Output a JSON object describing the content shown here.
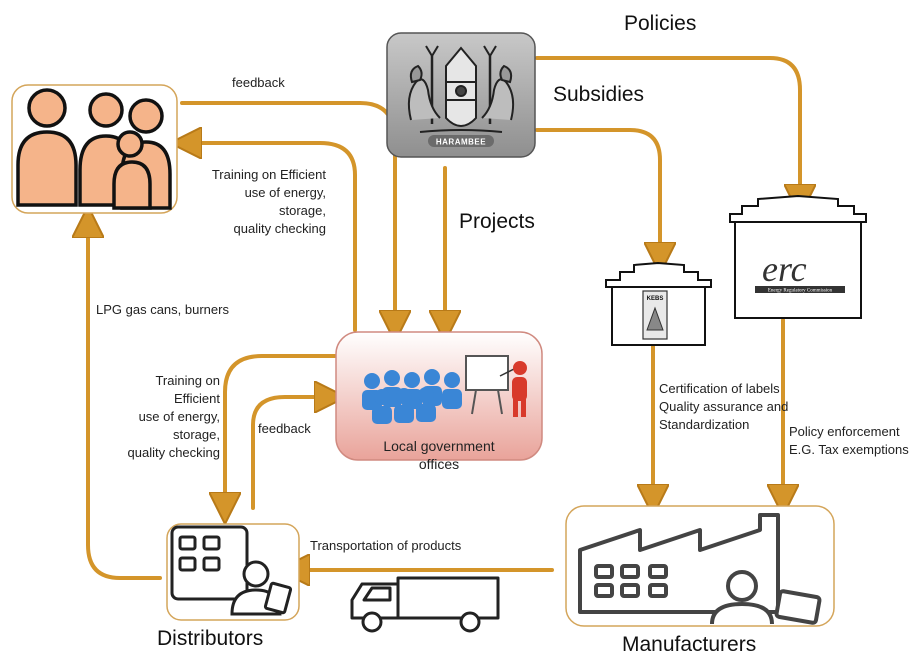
{
  "nodes": {
    "people": {
      "label": ""
    },
    "government": {
      "label": "",
      "seal_text": "HARAMBEE"
    },
    "kebs": {
      "label": "",
      "logo_text": "KEBS"
    },
    "erc": {
      "label": "",
      "logo_text": "erc",
      "subtitle": "Energy Regulatory Commission"
    },
    "local_government": {
      "label": "Local government\noffices"
    },
    "distributors": {
      "label": "Distributors"
    },
    "manufacturers": {
      "label": "Manufacturers"
    }
  },
  "edges": {
    "policies": "Policies",
    "subsidies": "Subsidies",
    "projects": "Projects",
    "feedback_top": "feedback",
    "training_top": "Training on Efficient\nuse of energy,\nstorage,\nquality checking",
    "lpg": "LPG gas cans, burners",
    "training_mid": "Training on\nEfficient\nuse of energy,\nstorage,\nquality checking",
    "feedback_mid": "feedback",
    "certification": "Certification of labels\nQuality assurance and\nStandardization",
    "policy_enforcement": "Policy enforcement\nE.G. Tax exemptions",
    "transportation": "Transportation of products"
  },
  "colors": {
    "arrow": "#d4952a",
    "arrow_dark": "#b87a18",
    "person_fill": "#f5b48a",
    "seal_bg": "#a9a9a9",
    "local_gov_fill": "#f1c4bc",
    "audience_blue": "#3a86d6",
    "presenter_red": "#d83a2b"
  }
}
